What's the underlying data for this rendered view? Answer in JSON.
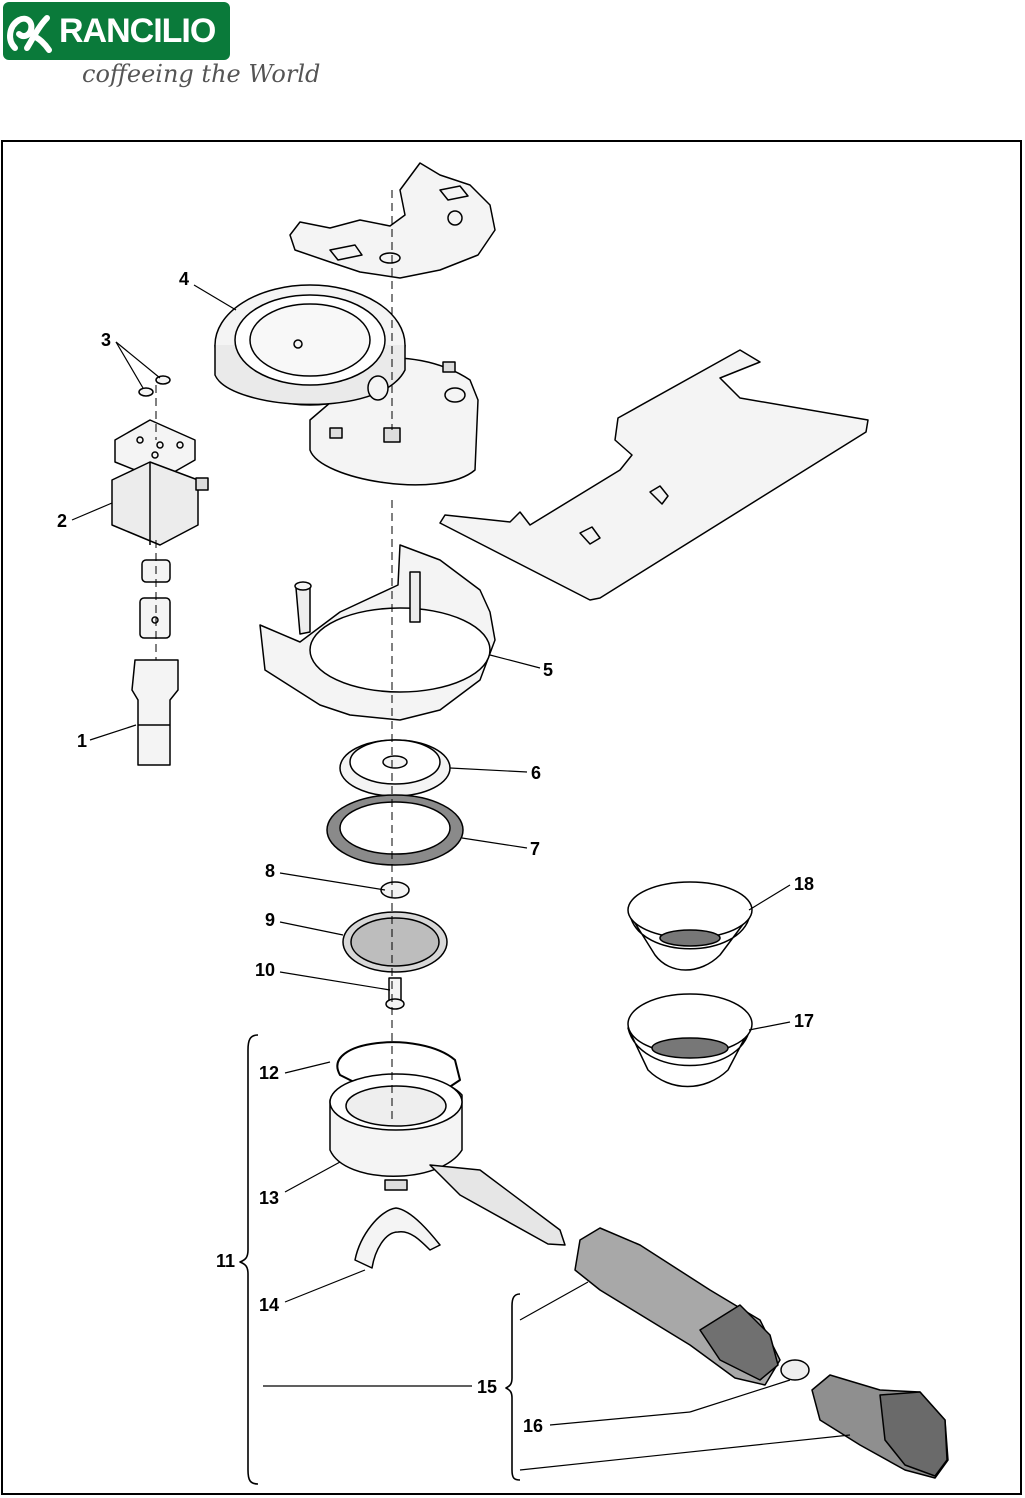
{
  "header": {
    "brand": "RANCILIO",
    "tagline": "coffeeing the World",
    "brand_color": "#0a7a3a"
  },
  "parts": {
    "p1": "1",
    "p2": "2",
    "p3": "3",
    "p4": "4",
    "p5": "5",
    "p6": "6",
    "p7": "7",
    "p8": "8",
    "p9": "9",
    "p10": "10",
    "p11": "11",
    "p12": "12",
    "p13": "13",
    "p14": "14",
    "p15": "15",
    "p16": "16",
    "p17": "17",
    "p18": "18"
  }
}
